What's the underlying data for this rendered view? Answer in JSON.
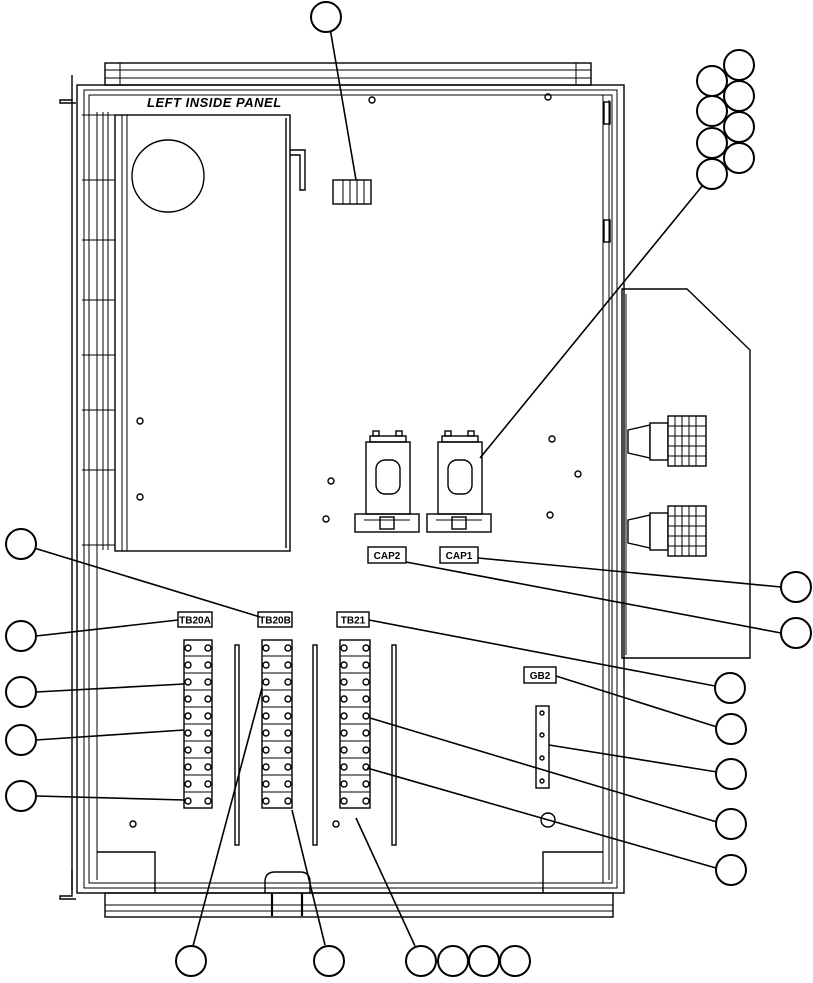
{
  "diagram": {
    "title": "LEFT INSIDE PANEL",
    "labels": {
      "tb20a": "TB20A",
      "tb20b": "TB20B",
      "tb21": "TB21",
      "cap1": "CAP1",
      "cap2": "CAP2",
      "gb2": "GB2"
    }
  }
}
